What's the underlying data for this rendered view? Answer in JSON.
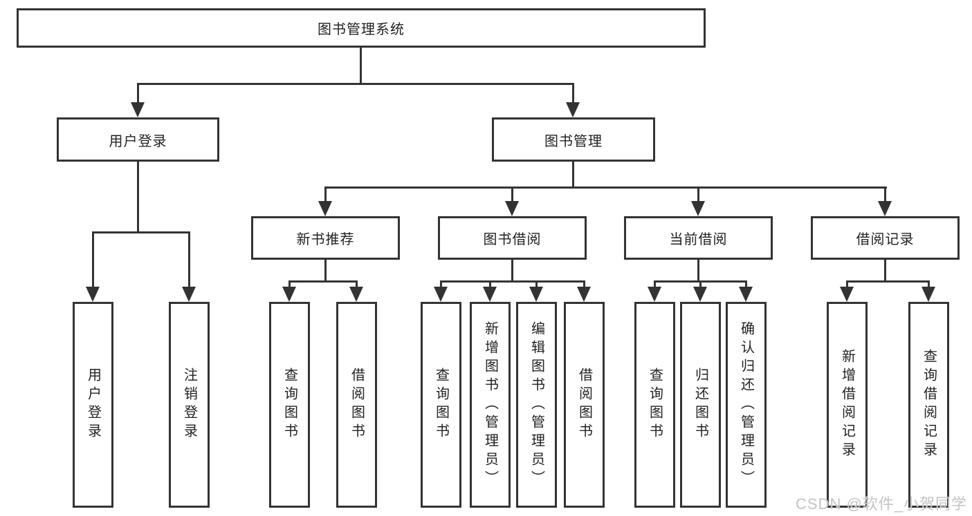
{
  "diagram": {
    "root": {
      "label": "图书管理系统"
    },
    "level2": [
      {
        "id": "user-login",
        "label": "用户登录"
      },
      {
        "id": "book-management",
        "label": "图书管理"
      }
    ],
    "level3": [
      {
        "id": "new-book-recommend",
        "label": "新书推荐"
      },
      {
        "id": "book-borrow",
        "label": "图书借阅"
      },
      {
        "id": "current-borrow",
        "label": "当前借阅"
      },
      {
        "id": "borrow-records",
        "label": "借阅记录"
      }
    ],
    "leaves": [
      {
        "parent": "用户登录",
        "label": "用户登录"
      },
      {
        "parent": "用户登录",
        "label": "注销登录"
      },
      {
        "parent": "新书推荐",
        "label": "查询图书"
      },
      {
        "parent": "新书推荐",
        "label": "借阅图书"
      },
      {
        "parent": "图书借阅",
        "label": "查询图书"
      },
      {
        "parent": "图书借阅",
        "label": "新增图书（管理员）"
      },
      {
        "parent": "图书借阅",
        "label": "编辑图书（管理员）"
      },
      {
        "parent": "图书借阅",
        "label": "借阅图书"
      },
      {
        "parent": "当前借阅",
        "label": "查询图书"
      },
      {
        "parent": "当前借阅",
        "label": "归还图书"
      },
      {
        "parent": "当前借阅",
        "label": "确认归还（管理员）"
      },
      {
        "parent": "借阅记录",
        "label": "新增借阅记录"
      },
      {
        "parent": "借阅记录",
        "label": "查询借阅记录"
      }
    ]
  },
  "watermark": {
    "text": "CSDN @软件_小贺同学"
  },
  "colors": {
    "line": "#333333",
    "box_border": "#333333",
    "text": "#222222",
    "watermark": "#c7c7c7",
    "background": "#ffffff"
  }
}
